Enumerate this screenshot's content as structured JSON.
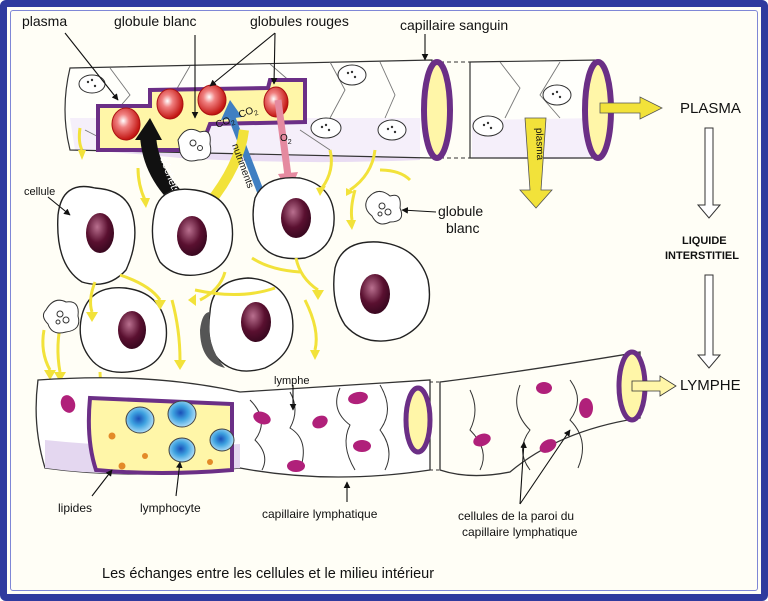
{
  "labels": {
    "plasma_small": "plasma",
    "globule_blanc_top": "globule blanc",
    "globules_rouges": "globules rouges",
    "capillaire_sanguin": "capillaire sanguin",
    "plasma_caps": "PLASMA",
    "cellule": "cellule",
    "globule_blanc_right_1": "globule",
    "globule_blanc_right_2": "blanc",
    "liquide": "LIQUIDE",
    "interstitiel": "INTERSTITIEL",
    "lymphe_small": "lymphe",
    "lymphe_caps": "LYMPHE",
    "lipides": "lipides",
    "lymphocyte": "lymphocyte",
    "capillaire_lymphatique": "capillaire lymphatique",
    "paroi_1": "cellules de la paroi du",
    "paroi_2": "capillaire lymphatique",
    "caption": "Les échanges entre les cellules et le milieu intérieur",
    "plasma_vertical": "plasma",
    "dechets": "déchets",
    "nutriments": "nutriments",
    "co2_a": "CO",
    "co2_a_sub": "2",
    "co2_b": "CO",
    "co2_b_sub": "2",
    "o2": "O",
    "o2_sub": "2"
  },
  "colors": {
    "frame": "#2f3a9e",
    "capillary_fill": "#ffffff",
    "capillary_rim": "#6b2f86",
    "plasma_yellow": "#fff6a8",
    "arrow_yellow": "#f2e23a",
    "red_cell": "#d6231f",
    "co2_arrow": "#3f7fc2",
    "o2_arrow": "#e58aa0",
    "nucleus": "#5a1030",
    "lymph_cell": "#b0207a",
    "lymphocyte_blue": "#3ea2e0",
    "lavender": "#e4d7f0"
  }
}
